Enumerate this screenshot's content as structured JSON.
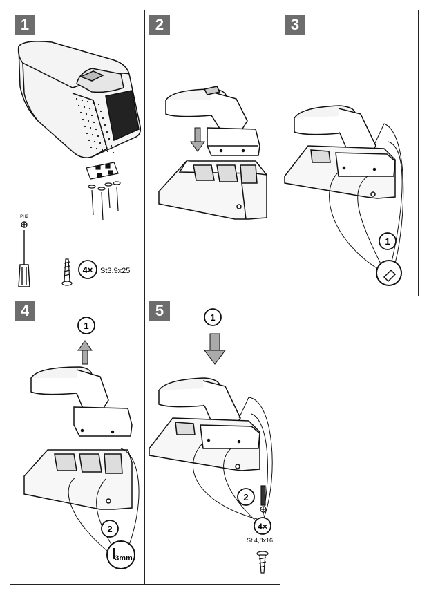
{
  "steps": [
    {
      "number": "1"
    },
    {
      "number": "2"
    },
    {
      "number": "3",
      "callouts": [
        "1"
      ]
    },
    {
      "number": "4",
      "callouts": [
        "1",
        "2"
      ],
      "tool_label": "3mm"
    },
    {
      "number": "5",
      "callouts": [
        "1",
        "2"
      ]
    }
  ],
  "step1": {
    "tool_label": "PH2",
    "screw_count": "4×",
    "screw_spec": "St3.9x25"
  },
  "step5": {
    "screw_count": "4×",
    "screw_spec": "St 4,8x16"
  },
  "colors": {
    "badge": "#6d6d6d",
    "line": "#111111",
    "light_fill": "#eeeeee",
    "dark_fill": "#444444"
  }
}
